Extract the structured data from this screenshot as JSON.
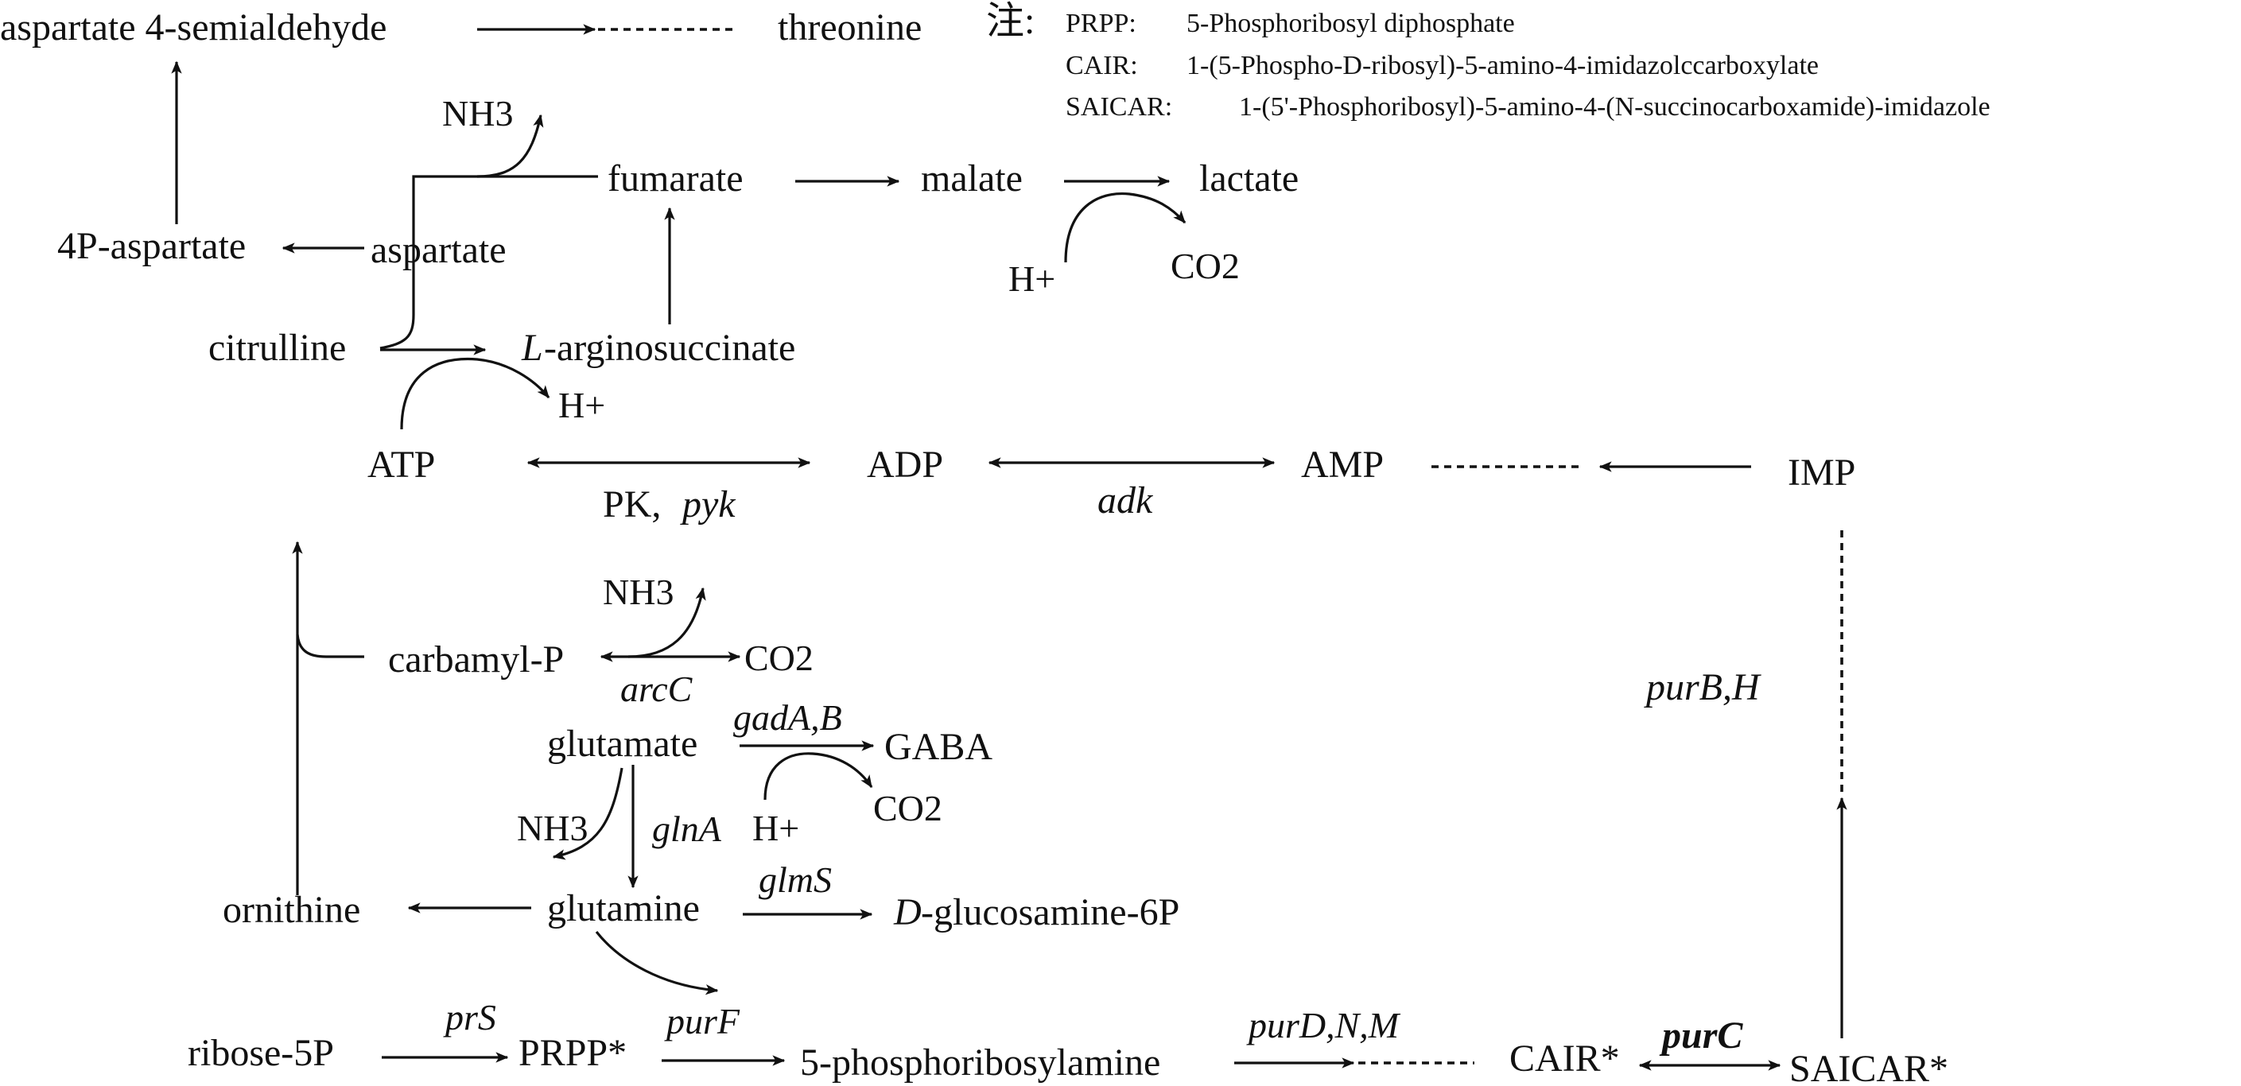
{
  "note": {
    "label": "注:",
    "lines": [
      {
        "abbr": "PRPP:",
        "text": "5-Phosphoribosyl diphosphate"
      },
      {
        "abbr": "CAIR:",
        "text": "1-(5-Phospho-D-ribosyl)-5-amino-4-imidazolccarboxylate"
      },
      {
        "abbr": "SAICAR:",
        "text": "1-(5'-Phosphoribosyl)-5-amino-4-(N-succinocarboxamide)-imidazole"
      }
    ]
  },
  "nodes": {
    "aspartate_semialdehyde": "aspartate 4-semialdehyde",
    "threonine": "threonine",
    "nh3_top": "NH3",
    "fumarate": "fumarate",
    "malate": "malate",
    "lactate": "lactate",
    "p4_aspartate": "4P-aspartate",
    "aspartate": "aspartate",
    "h_plus_top": "H+",
    "co2_top": "CO2",
    "citrulline": "citrulline",
    "arginosuccinate_prefix": "L",
    "arginosuccinate": "-arginosuccinate",
    "atp": "ATP",
    "h_plus_mid": "H+",
    "adp": "ADP",
    "amp": "AMP",
    "imp": "IMP",
    "nh3_mid": "NH3",
    "carbamyl_p": "carbamyl-P",
    "co2_carbamyl": "CO2",
    "glutamate": "glutamate",
    "gaba": "GABA",
    "co2_gaba": "CO2",
    "h_plus_gaba": "H+",
    "nh3_low": "NH3",
    "ornithine": "ornithine",
    "glutamine": "glutamine",
    "glucosamine_prefix": "D",
    "glucosamine": "-glucosamine-6P",
    "ribose": "ribose-5P",
    "prpp": "PRPP*",
    "phosphoribosylamine": "5-phosphoribosylamine",
    "cair": "CAIR*",
    "saicar": "SAICAR*"
  },
  "enzymes": {
    "pk": "PK, ",
    "pyk": "pyk",
    "adk": "adk",
    "purBH": "purB,H",
    "arcC": "arcC",
    "gadAB": "gadA,B",
    "glnA": "glnA",
    "glmS": "glmS",
    "prS": "prS",
    "purF": "purF",
    "purDNM": "purD,N,M",
    "purC": "purC"
  }
}
